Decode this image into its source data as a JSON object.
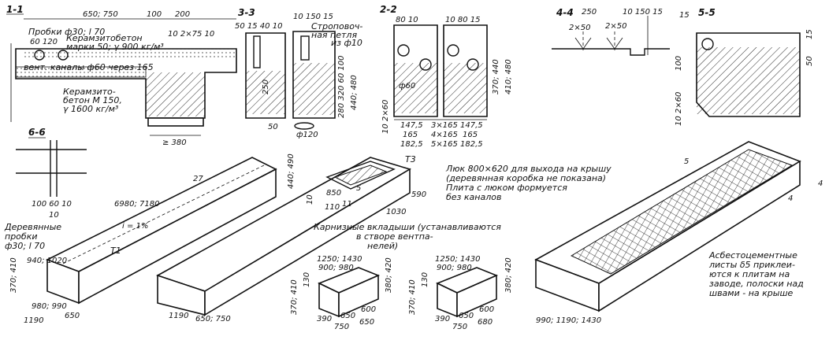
{
  "sections": {
    "s11": "1-1",
    "s33": "3-3",
    "s22": "2-2",
    "s44": "4-4",
    "s55": "5-5",
    "s66": "6-6"
  },
  "dims_top": {
    "d650_750": "650; 750",
    "d100": "100",
    "d200": "200",
    "d10_2x75_10": "10 2×75 10",
    "d50_15_40_10": "50 15 40 10",
    "d10_150_15": "10 150 15",
    "d80_10": "80 10",
    "d10_80_15": "10 80 15",
    "d250": "250",
    "d10_150_15b": "10 150 15",
    "d15": "15",
    "d2x50a": "2×50",
    "d2x50b": "2×50"
  },
  "notes_11": {
    "plugs": "Пробки ф30; l 70",
    "keramzit1": "Керамзитобетон",
    "keramzit2": "марки 50; γ 900 кг/м³",
    "channels": "вент. каналы ф60 через 165",
    "keramzit_b1": "Керамзито-",
    "keramzit_b2": "бетон М 150,",
    "keramzit_b3": "γ 1600 кг/м³",
    "d60_120": "60 120",
    "d380": "≥ 380"
  },
  "notes_33": {
    "d50": "50",
    "d250": "250",
    "d120": "ф120",
    "strop1": "Строповоч-",
    "strop2": "ная петля",
    "strop3": "из ф10",
    "d320_60_100": "280 320 60 100",
    "d440_480": "440; 480"
  },
  "notes_22": {
    "d60": "ф60",
    "d10_2x60": "10 2×60",
    "d370_440": "370; 440",
    "d410_480": "410; 480",
    "c1a": "147,5",
    "c1b": "165",
    "c1c": "182,5",
    "c2a": "3×165",
    "c2b": "4×165",
    "c2c": "5×165",
    "c3a": "147,5",
    "c3b": "165",
    "c3c": "182,5"
  },
  "notes_55": {
    "d100": "100",
    "d50": "50",
    "d15": "15",
    "d10_2x60": "10 2×60"
  },
  "notes_66": {
    "d100_60_10": "100 60 10",
    "d10": "10"
  },
  "panel1": {
    "d6980": "6980; 7180",
    "slope": "i = 1%",
    "d27": "27",
    "d440_490": "440; 490",
    "plugs1": "Деревянные",
    "plugs2": "пробки",
    "plugs3": "ф30; l 70",
    "d940": "940; 1020",
    "d370_410": "370; 410",
    "d980_990": "980; 990",
    "d1190": "1190",
    "d650": "650",
    "t1": "T1"
  },
  "panel2": {
    "d1030": "1030",
    "d590": "590",
    "d850": "850",
    "d5": "5",
    "d110": "110",
    "d10": "10",
    "d11": "11",
    "t3": "T3",
    "d1190": "1190",
    "d650_750": "650; 750",
    "hatch1": "Люк 800×620 для выхода на крышу",
    "hatch2": "(деревянная коробка не показана)",
    "hatch3": "Плита с люком формуется",
    "hatch4": "без каналов"
  },
  "inserts": {
    "title1": "Карнизные вкладыши (устанавливаются",
    "title2": "в створе вентпа-",
    "title3": "нелей)",
    "a_1250": "1250; 1430",
    "a_900": "900; 980",
    "a_130": "130",
    "a_370": "370; 410",
    "a_380": "380; 420",
    "a_390": "390",
    "a_650": "650",
    "a_600": "600",
    "a_750": "750",
    "a_650b": "650",
    "b_1250": "1250; 1430",
    "b_900": "900; 980",
    "b_130": "130",
    "b_370": "370; 410",
    "b_380": "380; 420",
    "b_390": "390",
    "b_650": "650",
    "b_600": "600",
    "b_750": "750",
    "b_680": "680"
  },
  "panel3": {
    "d5": "5",
    "d4": "4",
    "d4b": "4",
    "d990": "990; 1190; 1430",
    "asb1": "Асбестоцементные",
    "asb2": "листы δ5 приклеи-",
    "asb3": "ются к плитам на",
    "asb4": "заводе, полоски над",
    "asb5": "швами - на крыше"
  }
}
